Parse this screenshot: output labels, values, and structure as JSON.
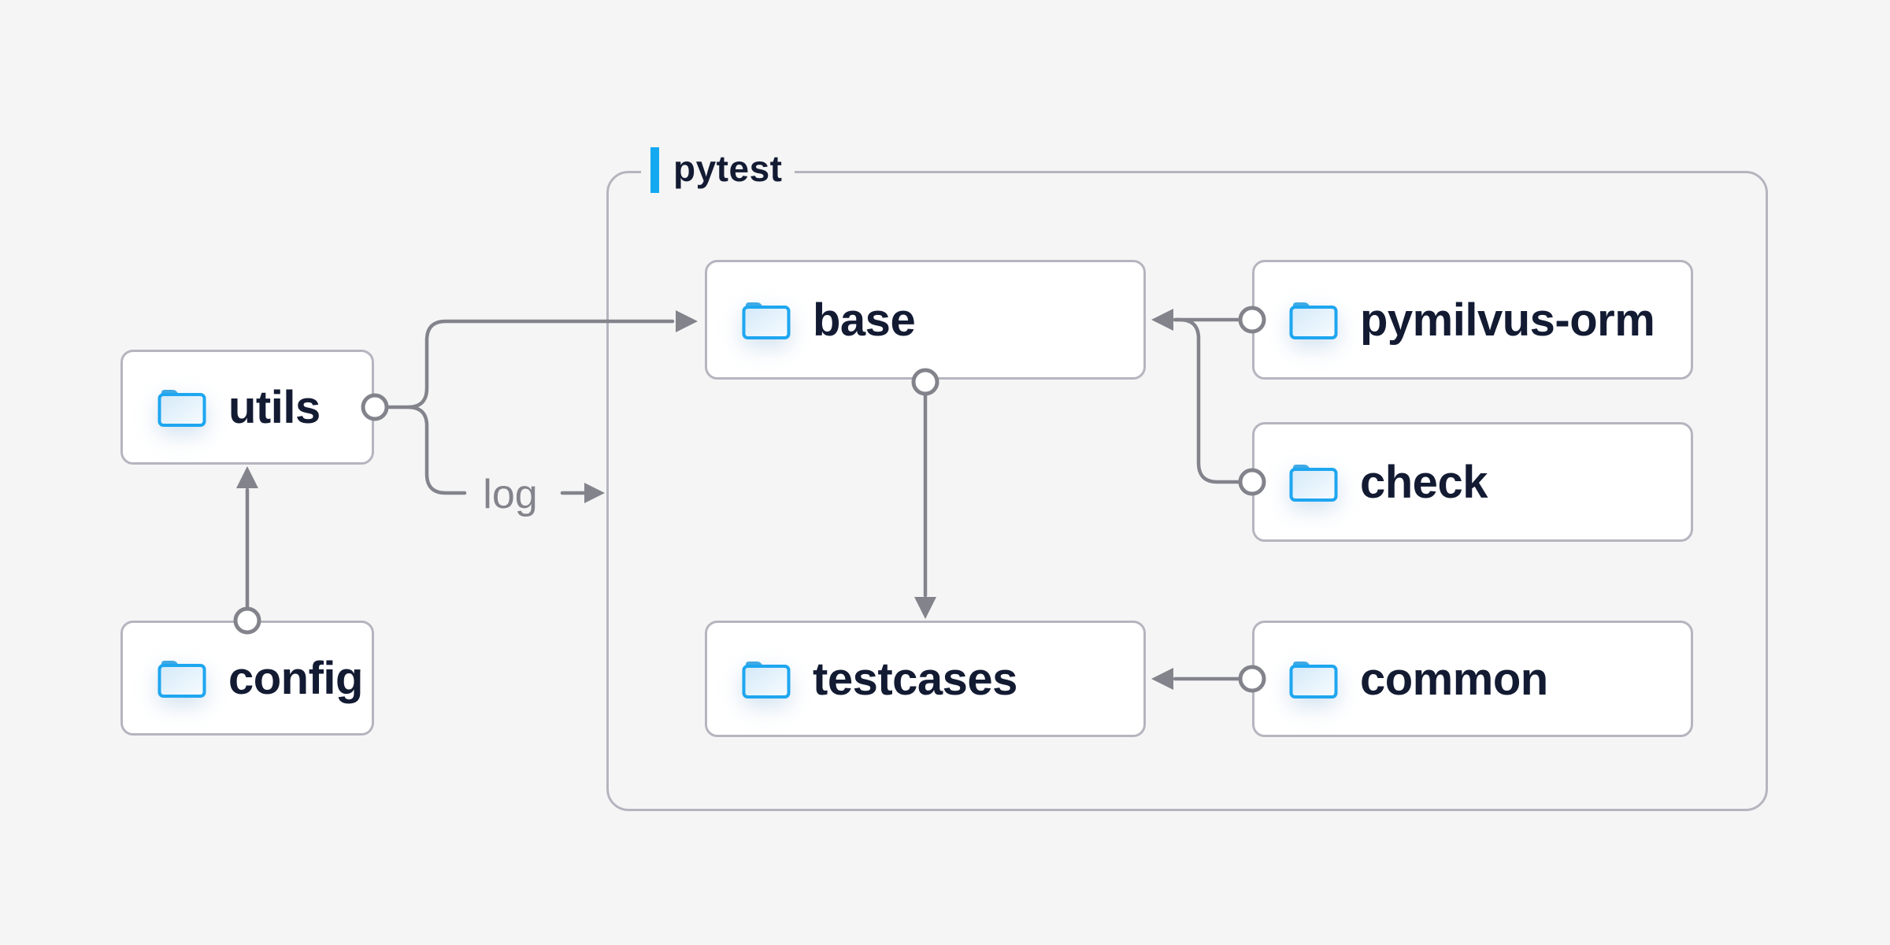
{
  "diagram": {
    "group": {
      "label": "pytest"
    },
    "nodes": {
      "utils": {
        "label": "utils",
        "icon": "folder"
      },
      "config": {
        "label": "config",
        "icon": "folder"
      },
      "base": {
        "label": "base",
        "icon": "folder",
        "group": "pytest"
      },
      "testcases": {
        "label": "testcases",
        "icon": "folder",
        "group": "pytest"
      },
      "pymilvus-orm": {
        "label": "pymilvus-orm",
        "icon": "folder",
        "group": "pytest"
      },
      "check": {
        "label": "check",
        "icon": "folder",
        "group": "pytest"
      },
      "common": {
        "label": "common",
        "icon": "folder",
        "group": "pytest"
      }
    },
    "edges": [
      {
        "from": "config",
        "to": "utils",
        "label": ""
      },
      {
        "from": "utils",
        "to": "base",
        "label": ""
      },
      {
        "from": "utils",
        "to": "pytest-group",
        "label": "log"
      },
      {
        "from": "base",
        "to": "testcases",
        "label": ""
      },
      {
        "from": "pymilvus-orm",
        "to": "base",
        "label": ""
      },
      {
        "from": "check",
        "to": "base",
        "label": ""
      },
      {
        "from": "common",
        "to": "testcases",
        "label": ""
      }
    ],
    "edge_labels": {
      "log": "log"
    }
  },
  "colors": {
    "background": "#f5f5f6",
    "node_fill": "#ffffff",
    "node_border": "#b5b5bf",
    "line": "#83838c",
    "text": "#131b33",
    "muted_text": "#83838c",
    "accent_blue": "#12a9f1",
    "folder_stroke": "#1ea6f0",
    "folder_tab": "#3fa9e4"
  }
}
